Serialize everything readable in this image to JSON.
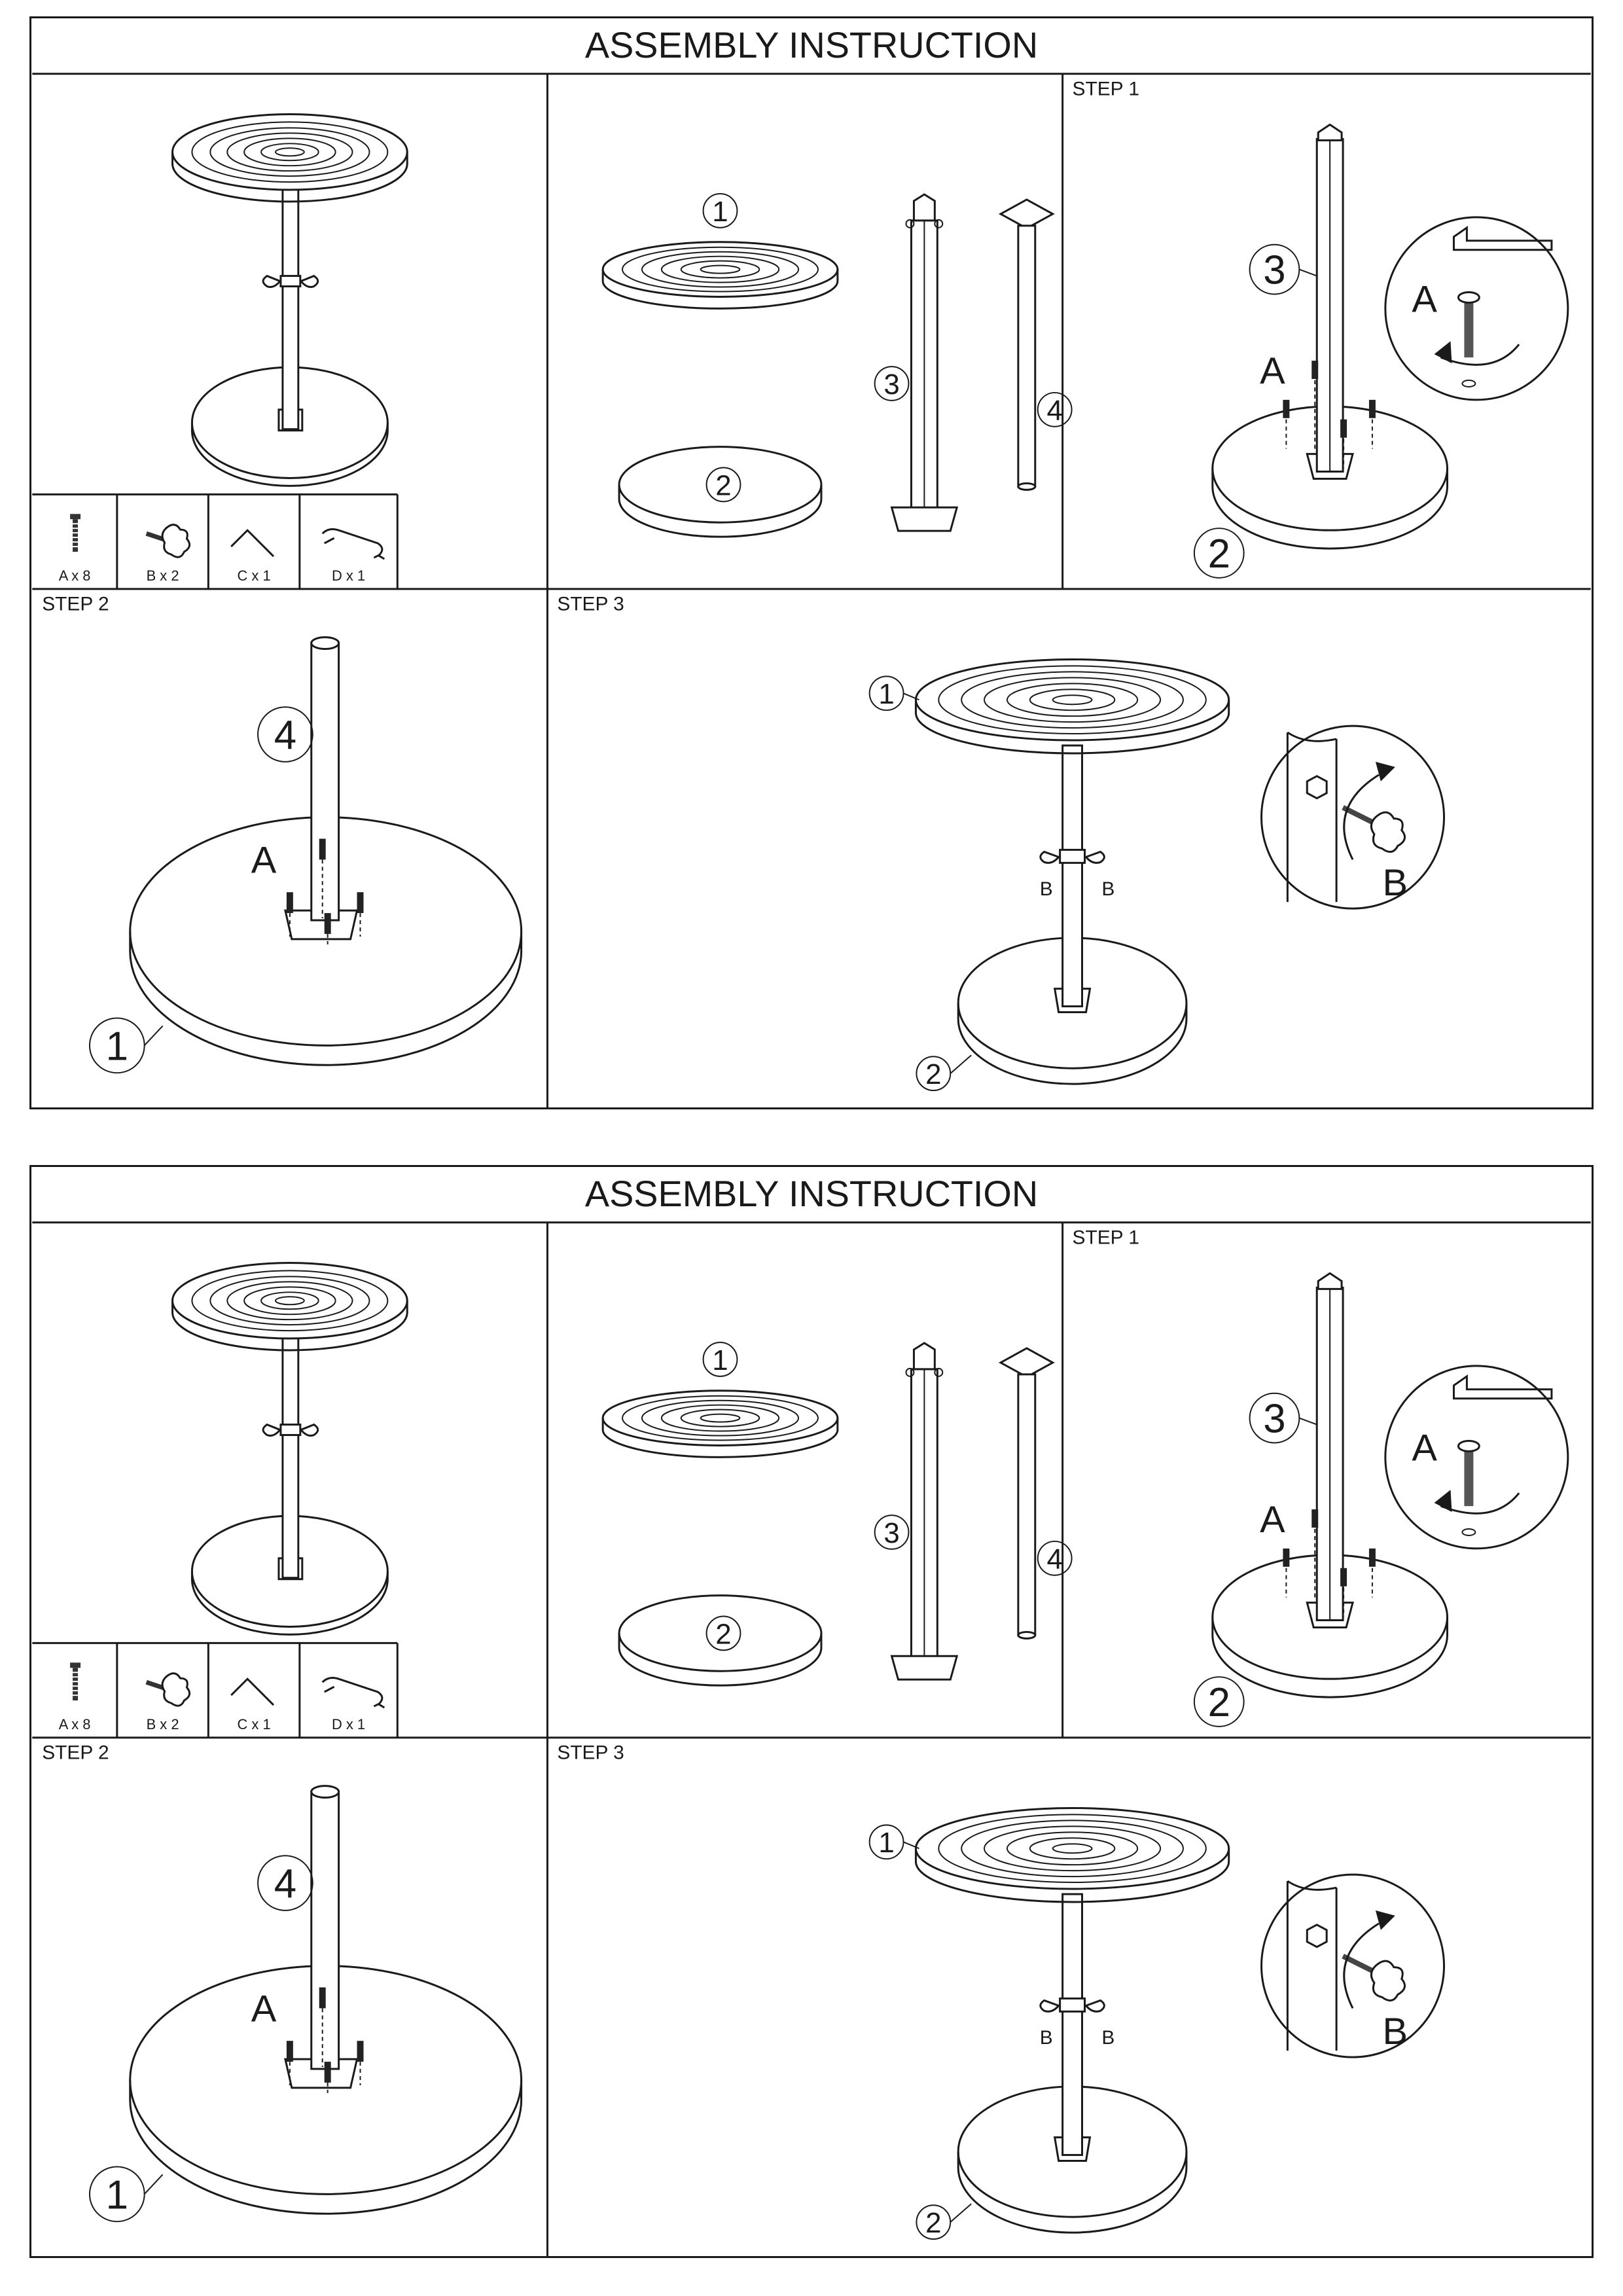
{
  "sheets": [
    {
      "title": "ASSEMBLY INSTRUCTION",
      "parts": [
        {
          "icon": "screw-icon",
          "label": "A x 8"
        },
        {
          "icon": "knob-bolt-icon",
          "label": "B x 2"
        },
        {
          "icon": "allen-key-icon",
          "label": "C x 1"
        },
        {
          "icon": "wrench-icon",
          "label": "D x 1"
        }
      ],
      "components": [
        "1",
        "2",
        "3",
        "4"
      ],
      "step1": {
        "label": "STEP 1",
        "part_num_3": "3",
        "part_num_2": "2",
        "hardware_a": "A",
        "detail_a": "A"
      },
      "step2": {
        "label": "STEP 2",
        "part_num_4": "4",
        "part_num_1": "1",
        "hardware_a": "A"
      },
      "step3": {
        "label": "STEP 3",
        "part_num_1": "1",
        "part_num_2": "2",
        "hardware_b_left": "B",
        "hardware_b_right": "B",
        "detail_b": "B"
      }
    },
    {
      "title": "ASSEMBLY INSTRUCTION",
      "parts": [
        {
          "icon": "screw-icon",
          "label": "A x 8"
        },
        {
          "icon": "knob-bolt-icon",
          "label": "B x 2"
        },
        {
          "icon": "allen-key-icon",
          "label": "C x 1"
        },
        {
          "icon": "wrench-icon",
          "label": "D x 1"
        }
      ],
      "components": [
        "1",
        "2",
        "3",
        "4"
      ],
      "step1": {
        "label": "STEP 1",
        "part_num_3": "3",
        "part_num_2": "2",
        "hardware_a": "A",
        "detail_a": "A"
      },
      "step2": {
        "label": "STEP 2",
        "part_num_4": "4",
        "part_num_1": "1",
        "hardware_a": "A"
      },
      "step3": {
        "label": "STEP 3",
        "part_num_1": "1",
        "part_num_2": "2",
        "hardware_b_left": "B",
        "hardware_b_right": "B",
        "detail_b": "B"
      }
    }
  ]
}
